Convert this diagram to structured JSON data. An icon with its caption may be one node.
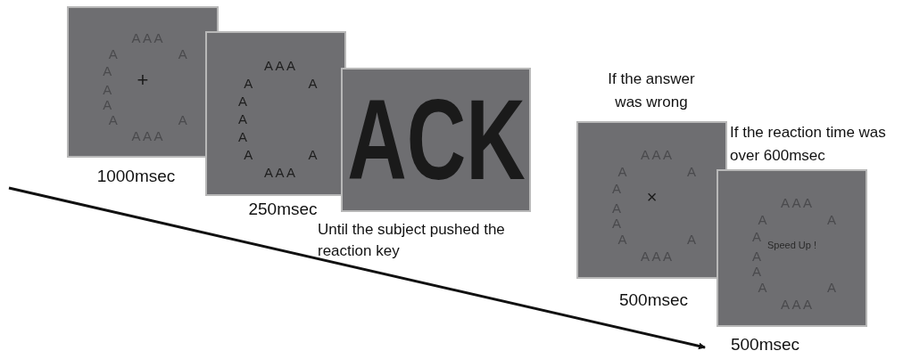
{
  "diagram": {
    "nodes": [
      {
        "text": [
          "A A A",
          "A",
          "A",
          "A",
          "+",
          "A",
          "A",
          "A",
          "A",
          "A A A"
        ],
        "beside": [
          "1000msec"
        ]
      },
      {
        "text": [
          "A A A",
          "A",
          "A",
          "A",
          "A",
          "A",
          "A",
          "A",
          "A A A"
        ],
        "beside": [
          "250msec"
        ]
      },
      {
        "text": [
          "ACK"
        ],
        "beside": [
          "Until the subject  pushed the reaction key"
        ]
      },
      {
        "text": [
          "A A A",
          "A",
          "A",
          "A",
          "×",
          "A",
          "A",
          "A",
          "A",
          "A A A"
        ],
        "beside": [
          "If the answer was wrong",
          "500msec"
        ]
      },
      {
        "text": [
          "A A A",
          "A",
          "A",
          "A",
          "Speed Up !",
          "A",
          "A",
          "A",
          "A",
          "A A A"
        ],
        "beside": [
          "If the reaction time was over 600msec",
          "500msec"
        ]
      }
    ]
  }
}
